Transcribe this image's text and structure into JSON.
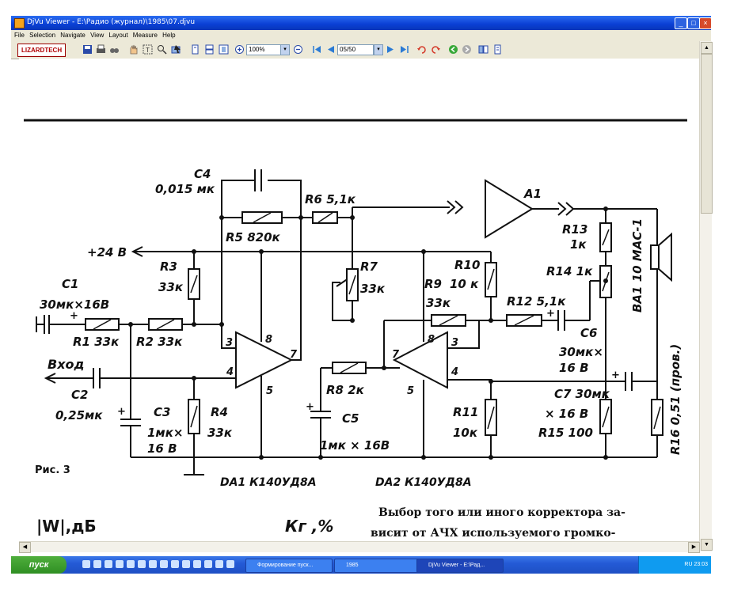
{
  "window": {
    "title": "DjVu Viewer - E:\\Радио (журнал)\\1985\\07.djvu",
    "minimize_icon": "minimize-icon",
    "maximize_icon": "maximize-icon",
    "close_icon": "close-icon"
  },
  "menu": [
    "File",
    "Selection",
    "Navigate",
    "View",
    "Layout",
    "Measure",
    "Help"
  ],
  "toolbar": {
    "brand": "LIZARDTECH",
    "zoom_value": "100%",
    "page_value": "05/50"
  },
  "document": {
    "schematic": {
      "components": {
        "c4": "C4",
        "c4_val": "0,015 мк",
        "r6": "R6 5,1к",
        "a1": "A1",
        "r13": "R13",
        "r13_val": "1к",
        "ba1": "BA1 10 МАС-1",
        "supply": "+24 В",
        "r5": "R5 820к",
        "r3": "R3",
        "r3_val": "33к",
        "r7": "R7",
        "r7_val": "33к",
        "r10": "R10",
        "r10_val": "10 к",
        "r14": "R14 1к",
        "c1": "C1",
        "c1_val": "30мк×16В",
        "r9": "R9",
        "r9_val": "33к",
        "r12": "R12 5,1к",
        "c6": "C6",
        "c6_val1": "30мк×",
        "c6_val2": "16 В",
        "r1": "R1 33к",
        "r2": "R2 33к",
        "pin3": "3",
        "pin8a": "8",
        "pin7a": "7",
        "pin4a": "4",
        "pin5a": "5",
        "pin7b": "7",
        "pin8b": "8",
        "pin3b": "3",
        "pin4b": "4",
        "pin5b": "5",
        "input": "Вход",
        "c2": "C2",
        "c2_val": "0,25мк",
        "r8": "R8 2к",
        "c7": "C7 30мк",
        "c7_val": "× 16 В",
        "r16": "R16 0,51 (пров.)",
        "c3": "C3",
        "c3_val1": "1мк×",
        "c3_val2": "16 В",
        "r4": "R4",
        "r4_val": "33к",
        "c5": "C5",
        "c5_val": "1мк × 16В",
        "r11": "R11",
        "r11_val": "10к",
        "r15": "R15 100",
        "fig": "Рис. 3",
        "da1": "DA1  К140УД8А",
        "da2": "DA2  К140УД8А"
      }
    },
    "bottom": {
      "w_label": "|W|,дБ",
      "k_label": "Кг ,%",
      "text_line1": "Выбор того или иного корректора за-",
      "text_line2": "висит от АЧХ используемого громко-"
    }
  },
  "taskbar": {
    "start_label": "пуск",
    "tasks": [
      "Формирование пуск...",
      "1985",
      "DjVu Viewer - E:\\Рад..."
    ],
    "tray_text": "RU  23:03"
  }
}
